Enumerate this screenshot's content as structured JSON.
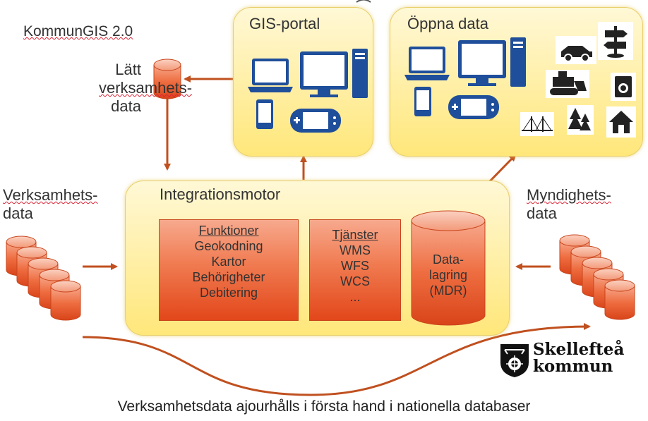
{
  "diagram": {
    "title": "KommunGIS 2.0",
    "easy_data_label": [
      "Lätt",
      "verksamhets-",
      "data"
    ],
    "business_data_label": [
      "Verksamhets-",
      "data"
    ],
    "authority_data_label": [
      "Myndighets-",
      "data"
    ],
    "gis_portal": {
      "title": "GIS-portal"
    },
    "open_data": {
      "title": "Öppna data"
    },
    "engine": {
      "title": "Integrationsmotor",
      "functions": {
        "header": "Funktioner",
        "items": [
          "Geokodning",
          "Kartor",
          "Behörigheter",
          "Debitering"
        ]
      },
      "services": {
        "header": "Tjänster",
        "items": [
          "WMS",
          "WFS",
          "WCS",
          "..."
        ]
      },
      "storage": {
        "lines": [
          "Data-",
          "lagring",
          "(MDR)"
        ]
      }
    },
    "logo": {
      "line1": "Skellefteå",
      "line2": "kommun"
    },
    "footer": "Verksamhetsdata ajourhålls i första hand i nationella databaser"
  },
  "colors": {
    "arrow": "#c0501f",
    "panel": "#ffe77a",
    "box": "#e95a2c",
    "device": "#1f4e9a"
  },
  "icons": [
    "laptop-icon",
    "monitor-icon",
    "tower-icon",
    "phone-icon",
    "gamepad-icon",
    "car-icon",
    "signpost-icon",
    "excavator-icon",
    "washer-icon",
    "bridge-icon",
    "tree-icon",
    "house-icon",
    "database-icon",
    "coat-of-arms-icon"
  ]
}
